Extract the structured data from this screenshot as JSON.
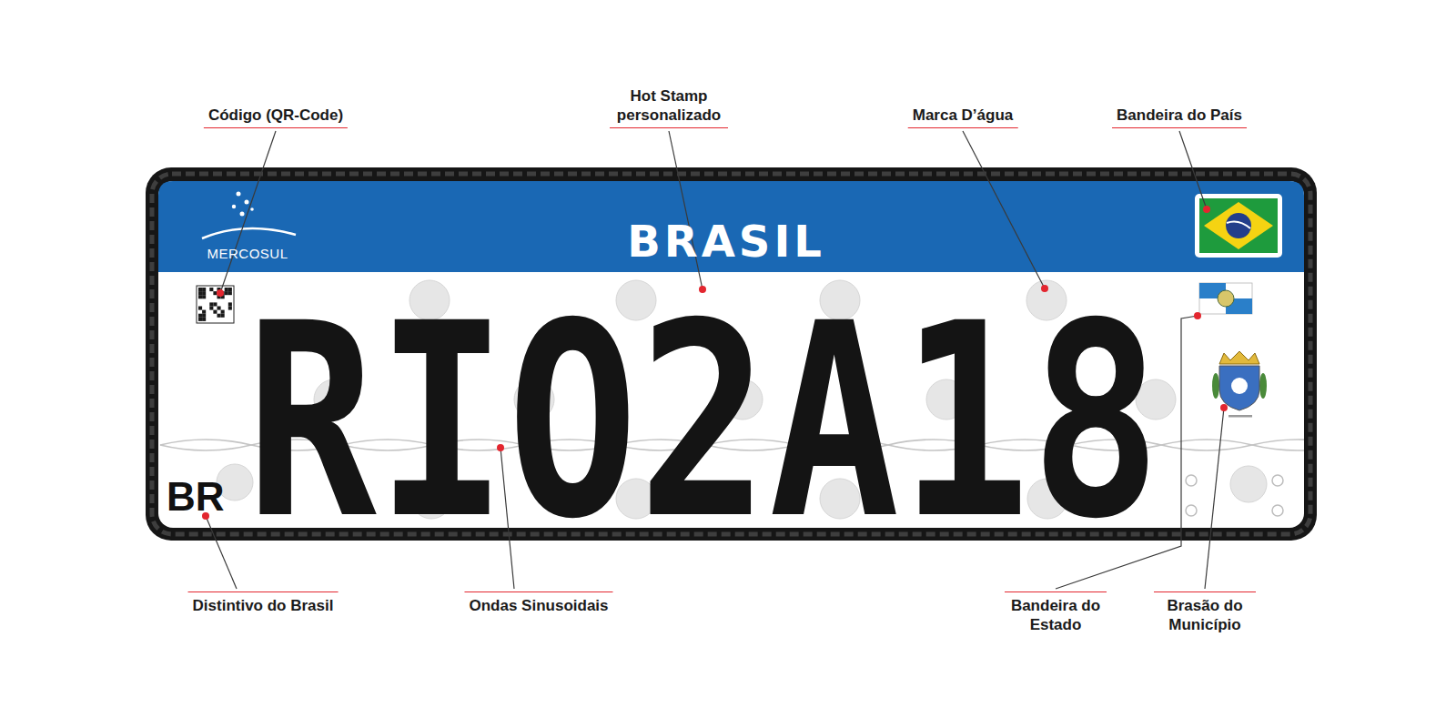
{
  "diagram": {
    "nodes": [
      {
        "text": [
          "RIO2A18",
          "BR"
        ]
      },
      {
        "text": [
          "MERCOSUL",
          "BRASIL"
        ],
        "in": 0
      }
    ],
    "labels": [
      "Código (QR-Code)",
      "Hot Stamp personalizado",
      "Marca D’água",
      "Bandeira do País",
      "Distintivo do Brasil",
      "Ondas Sinusoidais",
      "Bandeira do Estado",
      "Brasão do Município"
    ]
  }
}
